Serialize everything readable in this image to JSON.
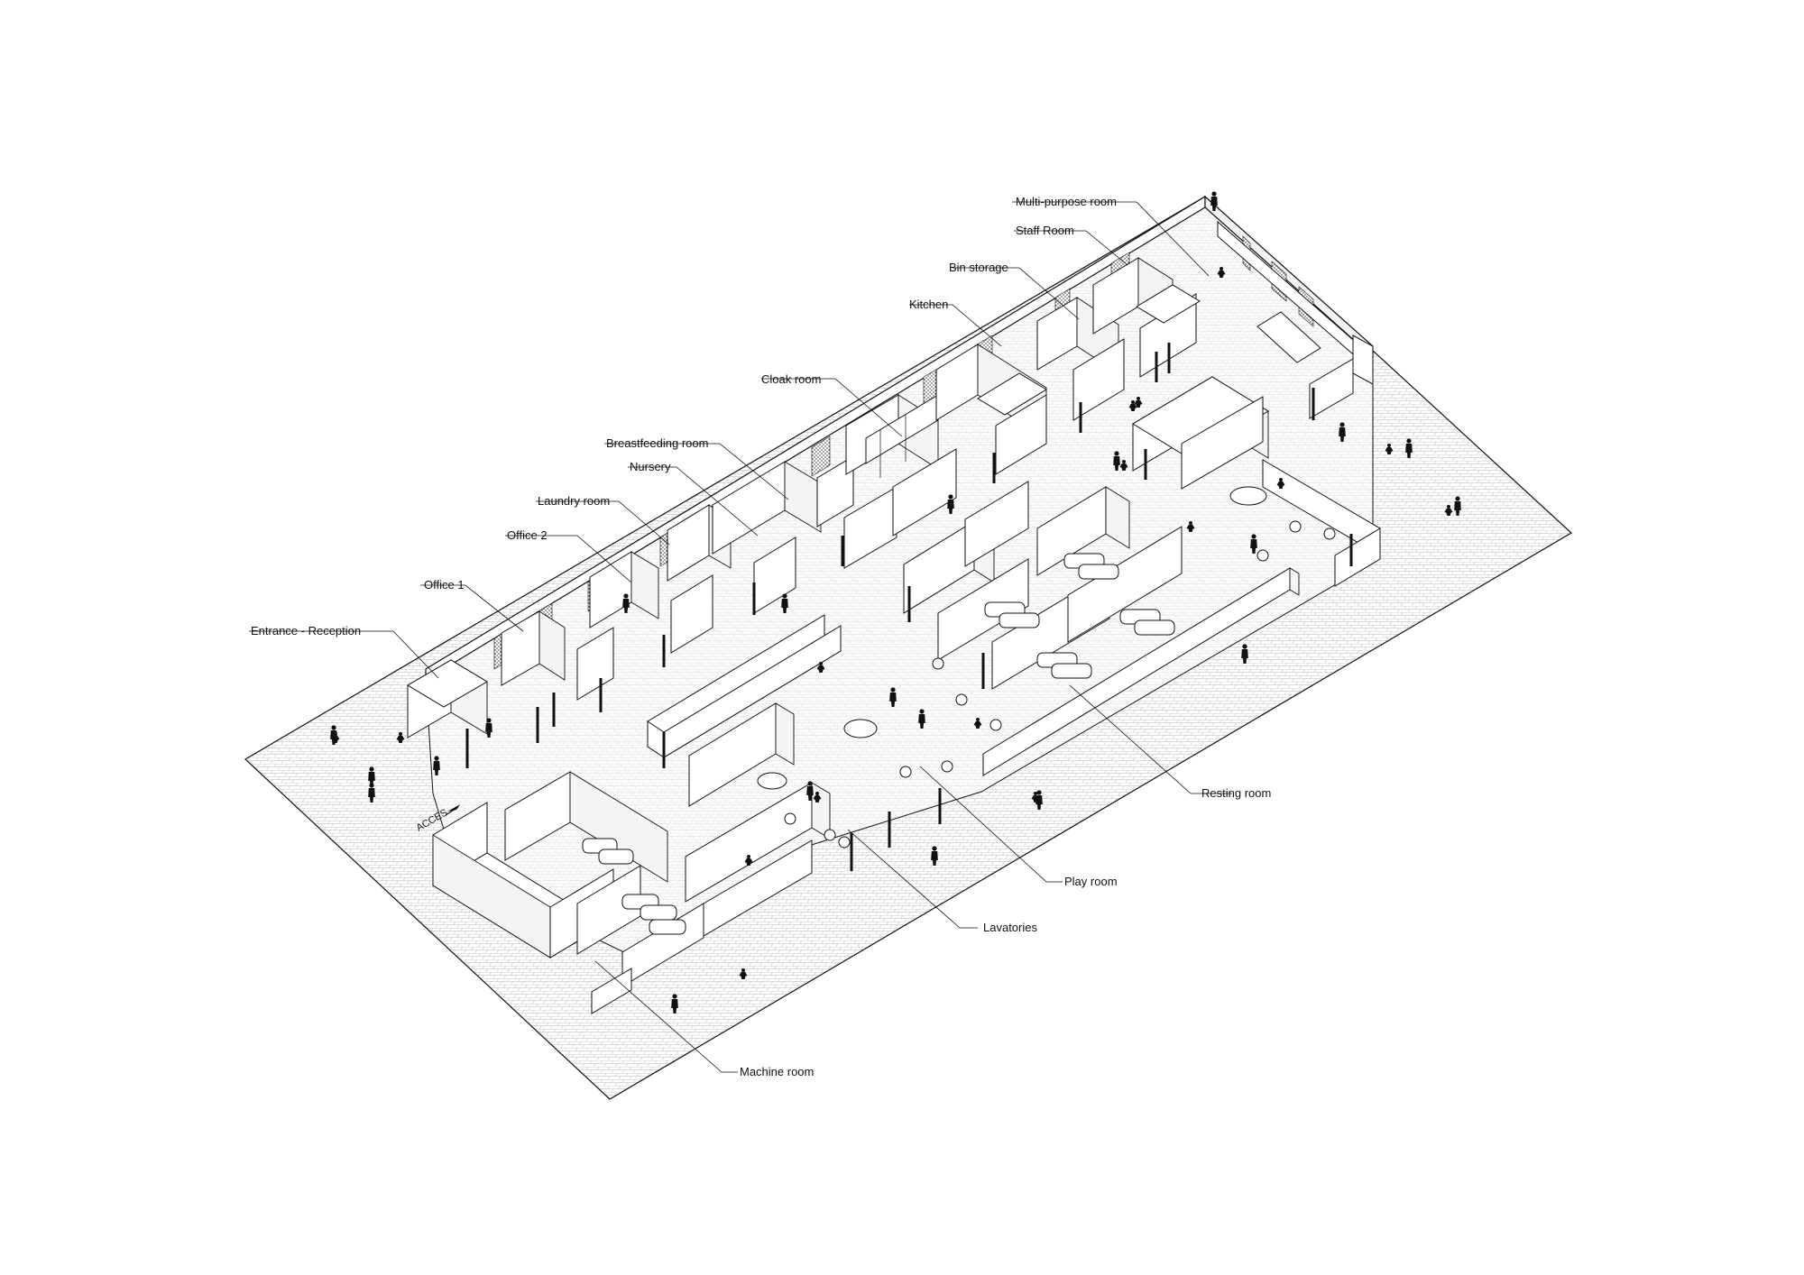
{
  "labels": {
    "multi_purpose_room": "Multi-purpose room",
    "staff_room": "Staff Room",
    "bin_storage": "Bin storage",
    "kitchen": "Kitchen",
    "cloak_room": "Cloak room",
    "breastfeeding_room": "Breastfeeding room",
    "nursery": "Nursery",
    "laundry_room": "Laundry room",
    "office_2": "Office 2",
    "office_1": "Office 1",
    "entrance_reception": "Entrance - Reception",
    "resting_room": "Resting room",
    "play_room": "Play room",
    "lavatories": "Lavatories",
    "machine_room": "Machine room",
    "access": "ACCES"
  },
  "colors": {
    "line": "#111111",
    "background": "#ffffff",
    "paving": "#cfcfcf"
  }
}
